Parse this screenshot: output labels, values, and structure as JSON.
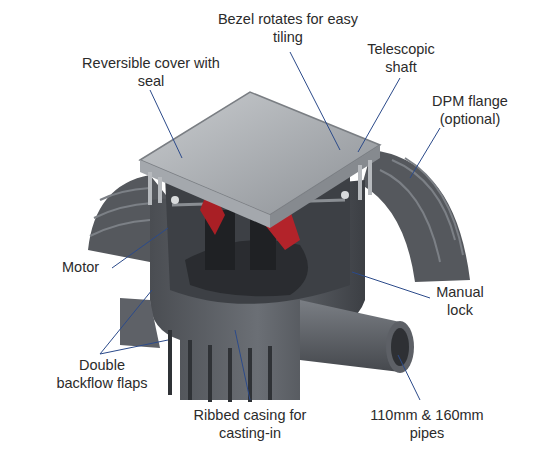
{
  "diagram": {
    "labels": [
      "Reversible cover with seal",
      "Bezel rotates for easy tiling",
      "Telescopic shaft",
      "DPM flange (optional)",
      "Motor",
      "Manual lock",
      "Double backflow flaps",
      "Ribbed casing for casting-in",
      "110mm & 160mm pipes"
    ]
  }
}
